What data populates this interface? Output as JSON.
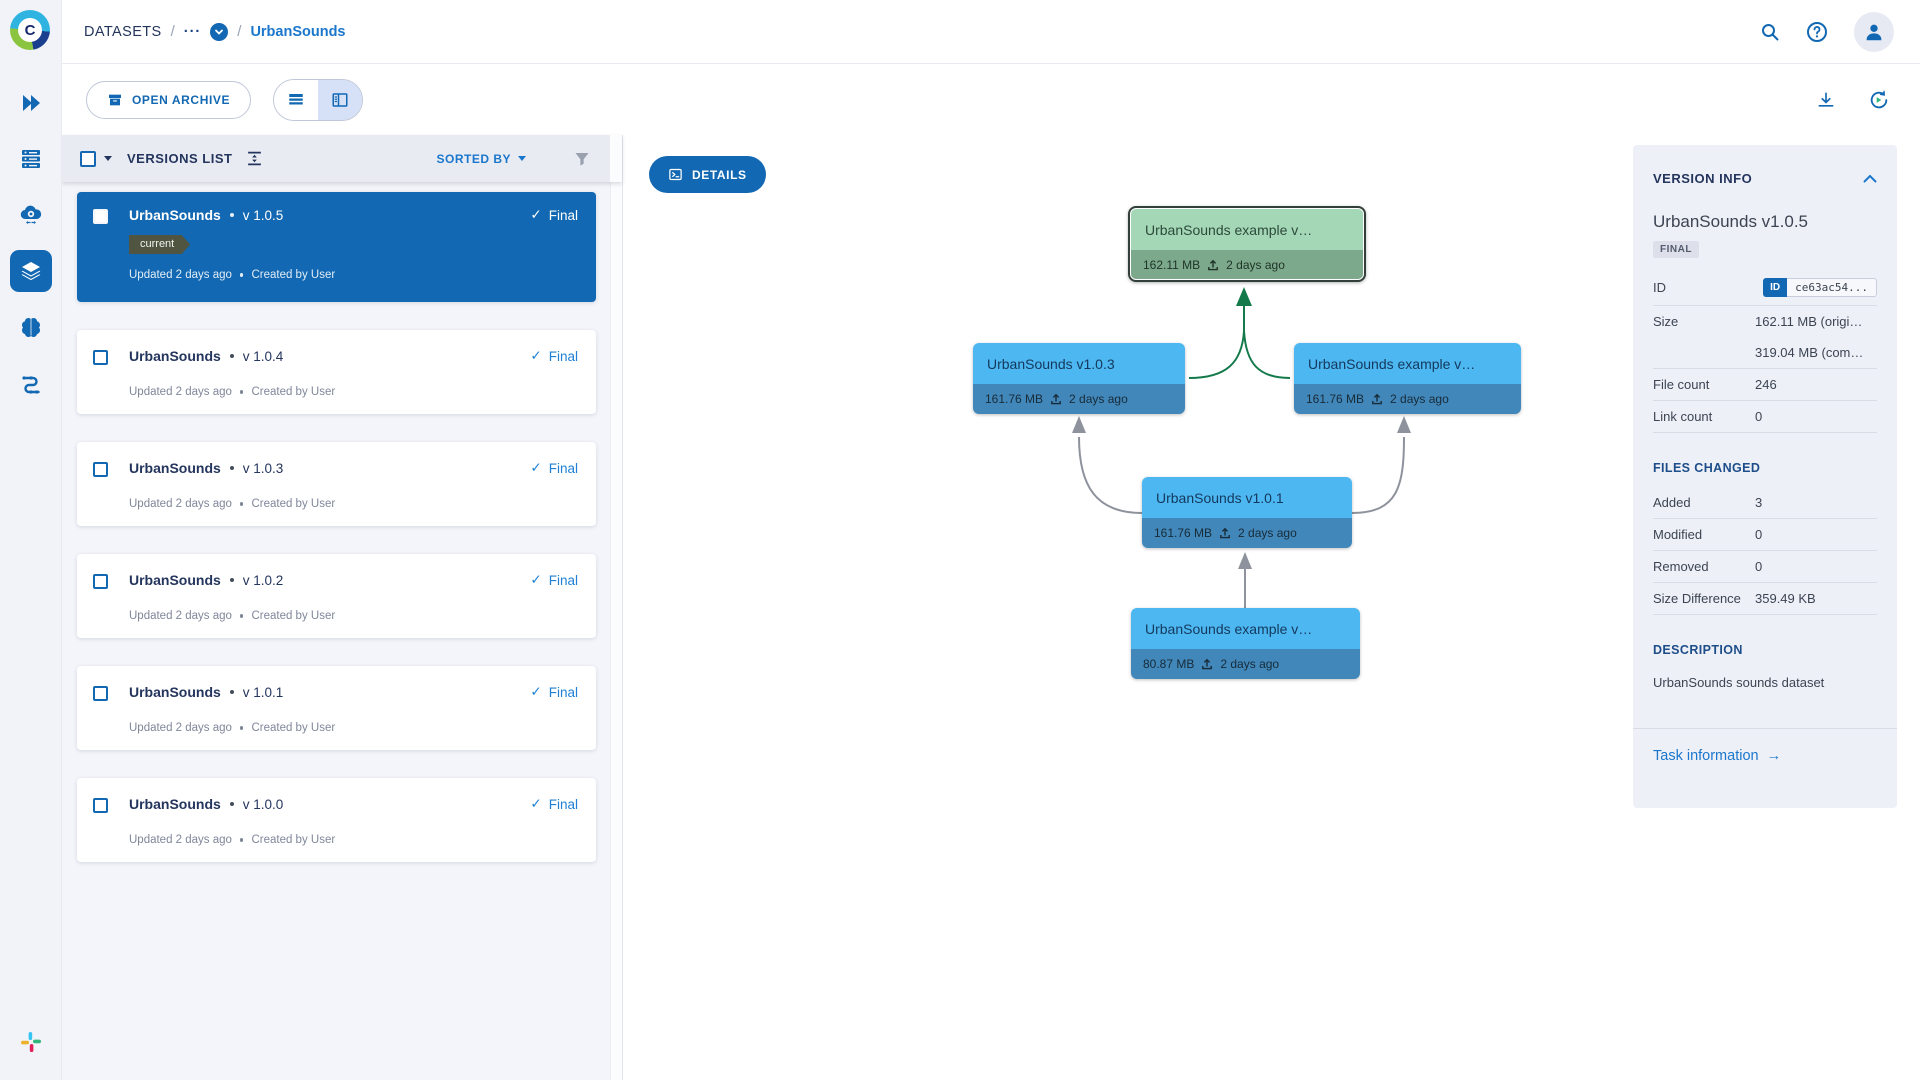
{
  "glyphs": {
    "slash": "/",
    "dots": "···",
    "bullet": "•",
    "check": "✓",
    "arrow_right": "→",
    "question": "?",
    "logo_letter": "C"
  },
  "header": {
    "breadcrumb_root": "DATASETS",
    "breadcrumb_current": "UrbanSounds"
  },
  "toolbar": {
    "open_archive": "OPEN ARCHIVE"
  },
  "list": {
    "title": "VERSIONS LIST",
    "sorted_by": "SORTED BY",
    "items": [
      {
        "name": "UrbanSounds",
        "version": "v 1.0.5",
        "status": "Final",
        "badge": "current",
        "updated": "Updated 2 days ago",
        "created": "Created by User"
      },
      {
        "name": "UrbanSounds",
        "version": "v 1.0.4",
        "status": "Final",
        "updated": "Updated 2 days ago",
        "created": "Created by User"
      },
      {
        "name": "UrbanSounds",
        "version": "v 1.0.3",
        "status": "Final",
        "updated": "Updated 2 days ago",
        "created": "Created by User"
      },
      {
        "name": "UrbanSounds",
        "version": "v 1.0.2",
        "status": "Final",
        "updated": "Updated 2 days ago",
        "created": "Created by User"
      },
      {
        "name": "UrbanSounds",
        "version": "v 1.0.1",
        "status": "Final",
        "updated": "Updated 2 days ago",
        "created": "Created by User"
      },
      {
        "name": "UrbanSounds",
        "version": "v 1.0.0",
        "status": "Final",
        "updated": "Updated 2 days ago",
        "created": "Created by User"
      }
    ]
  },
  "graph": {
    "details_button": "DETAILS",
    "nodes": [
      {
        "label": "UrbanSounds example v…",
        "size": "162.11 MB",
        "time": "2 days ago"
      },
      {
        "label": "UrbanSounds v1.0.3",
        "size": "161.76 MB",
        "time": "2 days ago"
      },
      {
        "label": "UrbanSounds example v…",
        "size": "161.76 MB",
        "time": "2 days ago"
      },
      {
        "label": "UrbanSounds v1.0.1",
        "size": "161.76 MB",
        "time": "2 days ago"
      },
      {
        "label": "UrbanSounds example v…",
        "size": "80.87 MB",
        "time": "2 days ago"
      }
    ]
  },
  "version_info": {
    "title": "VERSION INFO",
    "name": "UrbanSounds v1.0.5",
    "badge": "FINAL",
    "id_label": "ID",
    "id_tag": "ID",
    "id_value": "ce63ac54...",
    "size_label": "Size",
    "size_original": "162.11 MB (origi…",
    "size_compressed": "319.04 MB (com…",
    "file_count_label": "File count",
    "file_count": "246",
    "link_count_label": "Link count",
    "link_count": "0",
    "files_changed_title": "FILES CHANGED",
    "added_label": "Added",
    "added": "3",
    "modified_label": "Modified",
    "modified": "0",
    "removed_label": "Removed",
    "removed": "0",
    "size_diff_label": "Size Difference",
    "size_diff": "359.49 KB",
    "description_title": "DESCRIPTION",
    "description": "UrbanSounds sounds dataset",
    "task_link": "Task information"
  },
  "colors": {
    "primary": "#1268b2",
    "link": "#1a77cc",
    "selected_card": "#1268b2",
    "node_blue": "#4db7f2",
    "node_blue_footer": "#4187ba",
    "node_green": "#a4d7b5",
    "node_green_footer": "#7ca98b",
    "edge_green": "#157a4a",
    "edge_gray": "#8d929c",
    "current_badge": "#4f5540"
  }
}
